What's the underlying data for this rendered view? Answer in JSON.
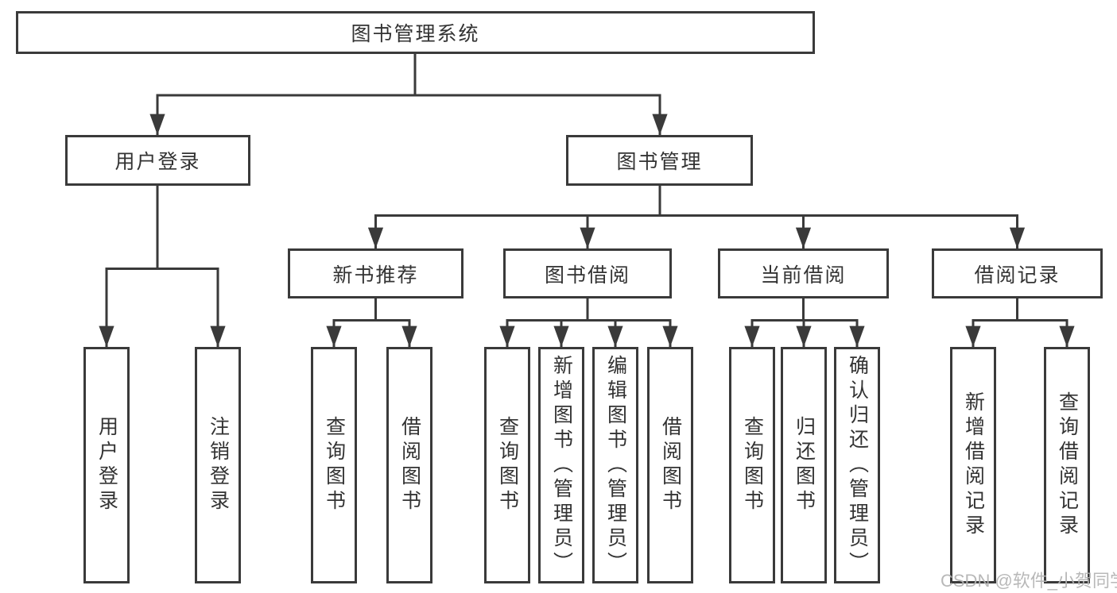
{
  "tree": {
    "root": "图书管理系统",
    "branches": [
      {
        "label": "用户登录",
        "children": [
          "用户登录",
          "注销登录"
        ]
      },
      {
        "label": "图书管理",
        "groups": [
          {
            "label": "新书推荐",
            "children": [
              "查询图书",
              "借阅图书"
            ]
          },
          {
            "label": "图书借阅",
            "children": [
              "查询图书",
              "新增图书（管理员）",
              "编辑图书（管理员）",
              "借阅图书"
            ]
          },
          {
            "label": "当前借阅",
            "children": [
              "查询图书",
              "归还图书",
              "确认归还（管理员）"
            ]
          },
          {
            "label": "借阅记录",
            "children": [
              "新增借阅记录",
              "查询借阅记录"
            ]
          }
        ]
      }
    ]
  },
  "watermark": "CSDN @软件_小贺同学",
  "colors": {
    "line": "#3a3a3a",
    "text": "#333333",
    "watermark": "#b3b3b3",
    "background": "#ffffff"
  }
}
